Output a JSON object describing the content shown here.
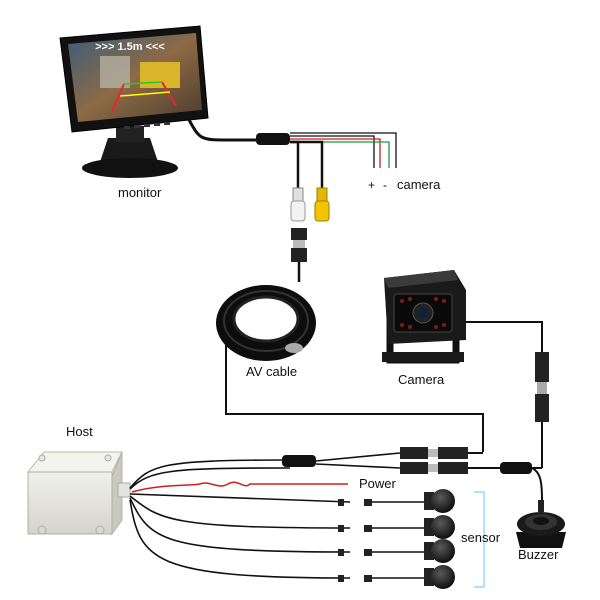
{
  "labels": {
    "monitor": "monitor",
    "camera_wire_plus": "+",
    "camera_wire_minus": "-",
    "camera_wire": "camera",
    "av_cable": "AV cable",
    "camera": "Camera",
    "host": "Host",
    "power": "Power",
    "sensor": "sensor",
    "buzzer": "Buzzer"
  },
  "monitor_screen": {
    "distance_readout": ">>> 1.5m <<<"
  },
  "colors": {
    "cable": "#111111",
    "wire_red": "#d11f1f",
    "wire_green": "#1d9a3a",
    "rca_white": "#f2f2f2",
    "rca_yellow": "#f2c500",
    "host_body": "#e6e6e0",
    "sensor_bracket": "#7fd0ff"
  },
  "icons": [
    "monitor-icon",
    "av-cable-coil-icon",
    "camera-icon",
    "host-box-icon",
    "sensor-icon",
    "buzzer-icon",
    "connector-icon"
  ]
}
